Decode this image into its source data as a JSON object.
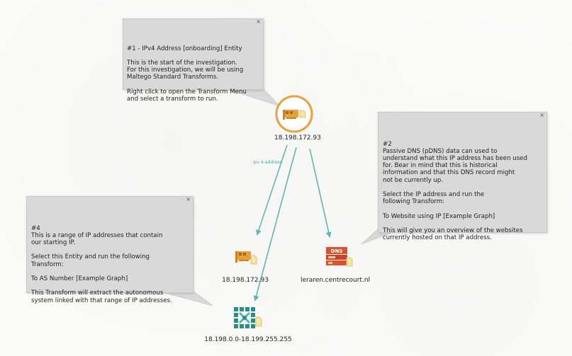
{
  "graph": {
    "edge_label": "ipv 4-address",
    "nodes": {
      "ipv4_main": {
        "label": "18.198.172.93",
        "icon": "ipv4-network-card-icon"
      },
      "ipv4_child": {
        "label": "18.198.172.93",
        "icon": "ipv4-network-card-icon"
      },
      "dns": {
        "label": "leraren.centrecourt.nl",
        "icon": "dns-server-icon",
        "badge": "DNS"
      },
      "netblock": {
        "label": "18.198.0.0-18.199.255.255",
        "icon": "netblock-icon"
      }
    }
  },
  "notes": {
    "note1": {
      "close": "×",
      "text": "#1 - IPv4 Address [onboarding] Entity\n\nThis is the start of the investigation.\nFor this investigation, we will be using\nMaltego Standard Transforms.\n\nRight click to open the Transform Menu\nand select a transform to run."
    },
    "note2": {
      "close": "×",
      "text": "#2\nPassive DNS (pDNS) data can used to\nunderstand what this IP address has been used\nfor. Bear in mind that this is historical\ninformation and that this DNS record might\nnot be currently up.\n\nSelect the IP address and run the\nfollowing Transform:\n\nTo Website using IP [Example Graph]\n\nThis will give you an overview of the websites\ncurrently hosted on that IP address."
    },
    "note4": {
      "close": "×",
      "text": "#4\nThis is a range of IP addresses that contain\nour starting IP.\n\nSelect this Entity and run the following\nTransform:\n\nTo AS Number [Example Graph]\n\nThis Transform will extract the autonomous\nsystem linked with that range of IP addresses."
    }
  },
  "colors": {
    "edge": "#5fb8b0",
    "accent_orange": "#e8a13a",
    "note_bg": "#d9d9d9",
    "dns_red": "#d9532c",
    "netblock_teal": "#2e8c88"
  }
}
